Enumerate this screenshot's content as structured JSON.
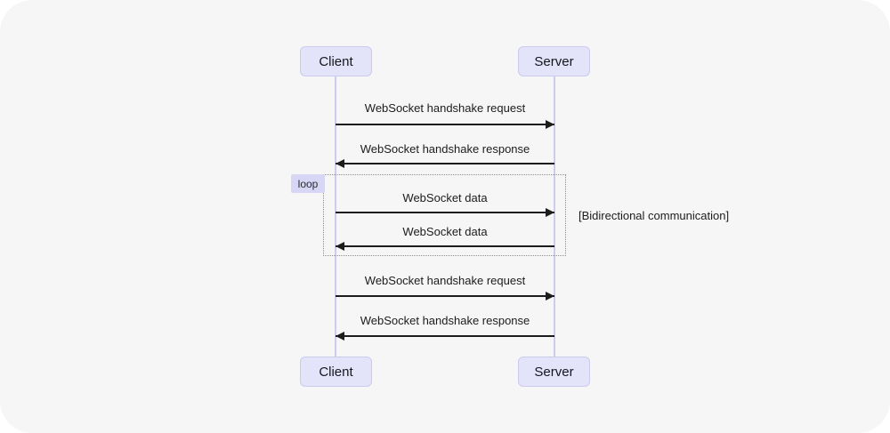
{
  "diagram": {
    "type": "sequence",
    "actors": {
      "client": "Client",
      "server": "Server"
    },
    "messages": [
      {
        "label": "WebSocket handshake request",
        "from": "Client",
        "to": "Server",
        "direction": "right"
      },
      {
        "label": "WebSocket handshake response",
        "from": "Server",
        "to": "Client",
        "direction": "left"
      },
      {
        "label": "WebSocket data",
        "from": "Client",
        "to": "Server",
        "direction": "right",
        "in_loop": true
      },
      {
        "label": "WebSocket data",
        "from": "Server",
        "to": "Client",
        "direction": "left",
        "in_loop": true
      },
      {
        "label": "WebSocket handshake request",
        "from": "Client",
        "to": "Server",
        "direction": "right"
      },
      {
        "label": "WebSocket handshake response",
        "from": "Server",
        "to": "Client",
        "direction": "left"
      }
    ],
    "loop": {
      "label": "loop",
      "condition": "[Bidirectional communication]"
    },
    "colors": {
      "canvas_bg": "#f6f6f7",
      "actor_fill": "#e3e3f9",
      "actor_border": "#cbcbef",
      "lifeline": "#ccccec",
      "loop_border": "#a274e0",
      "loop_label_fill": "#d7d7f5",
      "arrow": "#1c1c1c",
      "text": "#1c1c1c"
    }
  }
}
